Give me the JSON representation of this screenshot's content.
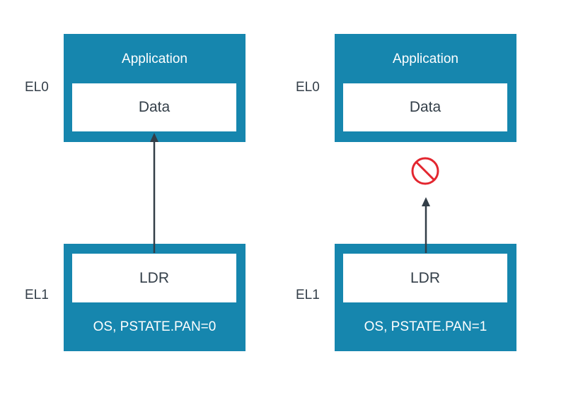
{
  "colors": {
    "box_fill": "#1686ae",
    "inner_fill": "#ffffff",
    "text": "#333e48",
    "arrow": "#333e48",
    "blocked": "#e3262f"
  },
  "left": {
    "el0": "EL0",
    "el1": "EL1",
    "top_box": {
      "title": "Application",
      "inner": "Data"
    },
    "bottom_box": {
      "inner": "LDR",
      "footer": "OS, PSTATE.PAN=0"
    },
    "access": "allowed"
  },
  "right": {
    "el0": "EL0",
    "el1": "EL1",
    "top_box": {
      "title": "Application",
      "inner": "Data"
    },
    "bottom_box": {
      "inner": "LDR",
      "footer": "OS, PSTATE.PAN=1"
    },
    "access": "blocked",
    "blocked_icon": "no-entry-icon"
  }
}
